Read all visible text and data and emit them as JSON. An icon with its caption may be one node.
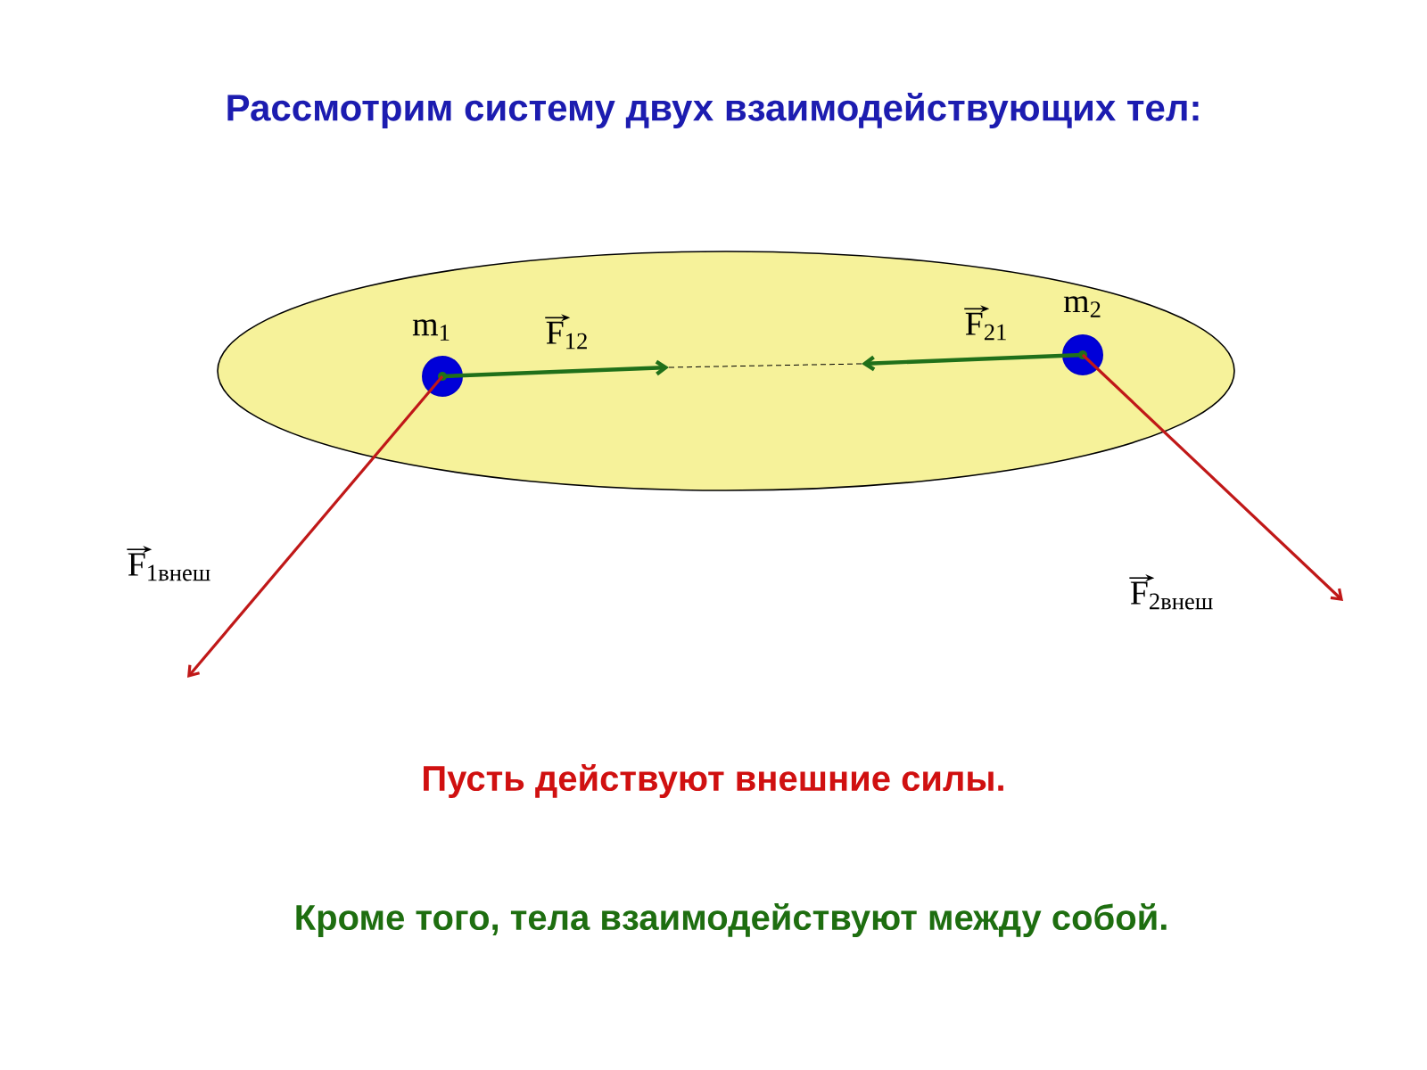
{
  "diagram": {
    "title": "Рассмотрим систему двух взаимодействующих тел:",
    "nodes": [
      {
        "text": [],
        "shape": "ellipse"
      },
      {
        "text": [],
        "shape": "circle",
        "in": 0,
        "beside": [
          "m$_{1}$"
        ]
      },
      {
        "text": [],
        "shape": "circle",
        "in": 0,
        "beside": [
          "m$_{2}$"
        ]
      }
    ],
    "labels": [
      "F$_{12}$",
      "F$_{21}$",
      "F$_{1внеш}$",
      "F$_{2внеш}$",
      "Пусть действуют внешние силы.",
      "Кроме того, тела взаимодействуют между собой."
    ]
  }
}
